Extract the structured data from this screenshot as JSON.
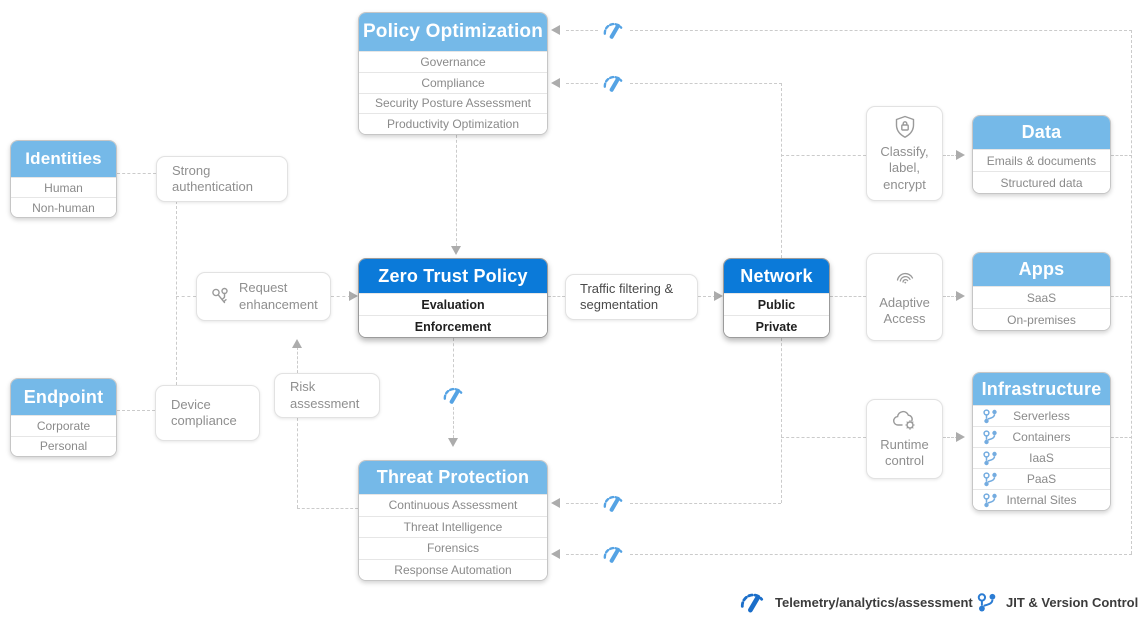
{
  "colors": {
    "accent_light_blue": "#75B9E8",
    "accent_blue": "#0B7AD9",
    "line_gray": "#CBCBCB",
    "arrow_gray": "#ACACAC",
    "text_gray": "#8A8A8A",
    "icon_blue": "#55A3E4",
    "legend_icon_blue": "#1B6EC9"
  },
  "boxes": {
    "policy_optimization": {
      "title": "Policy Optimization",
      "items": [
        "Governance",
        "Compliance",
        "Security Posture Assessment",
        "Productivity Optimization"
      ]
    },
    "identities": {
      "title": "Identities",
      "items": [
        "Human",
        "Non-human"
      ]
    },
    "endpoint": {
      "title": "Endpoint",
      "items": [
        "Corporate",
        "Personal"
      ]
    },
    "zero_trust_policy": {
      "title": "Zero Trust Policy",
      "items": [
        "Evaluation",
        "Enforcement"
      ]
    },
    "network": {
      "title": "Network",
      "items": [
        "Public",
        "Private"
      ]
    },
    "data": {
      "title": "Data",
      "items": [
        "Emails & documents",
        "Structured data"
      ]
    },
    "apps": {
      "title": "Apps",
      "items": [
        "SaaS",
        "On-premises"
      ]
    },
    "infrastructure": {
      "title": "Infrastructure",
      "items": [
        "Serverless",
        "Containers",
        "IaaS",
        "PaaS",
        "Internal Sites"
      ]
    },
    "threat_protection": {
      "title": "Threat Protection",
      "items": [
        "Continuous Assessment",
        "Threat Intelligence",
        "Forensics",
        "Response Automation"
      ]
    }
  },
  "notes": {
    "strong_authentication": "Strong authentication",
    "request_enhancement": "Request enhancement",
    "device_compliance": "Device compliance",
    "risk_assessment": "Risk assessment",
    "traffic_filtering": "Traffic filtering & segmentation",
    "classify_label_encrypt": "Classify, label, encrypt",
    "adaptive_access": "Adaptive Access",
    "runtime_control": "Runtime control"
  },
  "legend": {
    "telemetry": "Telemetry/analytics/assessment",
    "jit": "JIT & Version Control"
  }
}
